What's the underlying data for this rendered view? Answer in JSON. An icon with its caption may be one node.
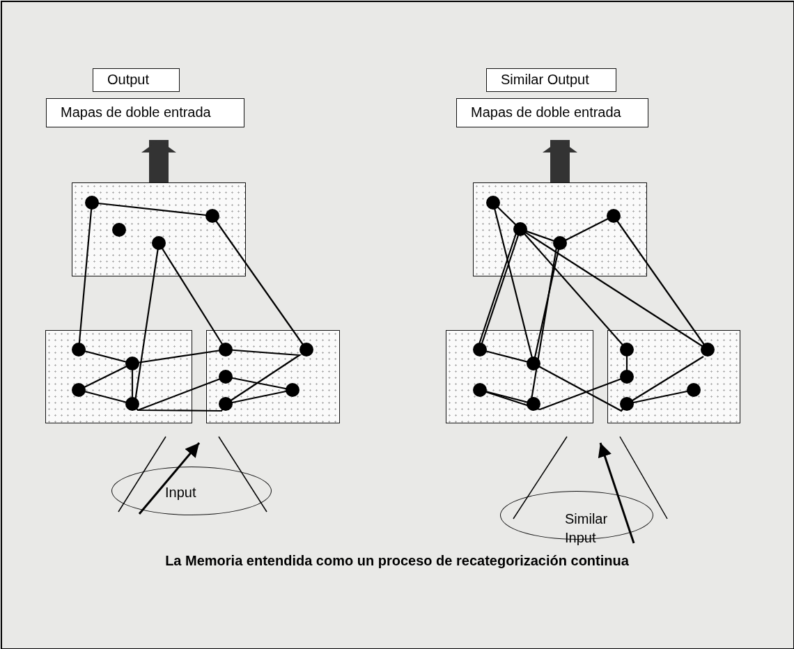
{
  "diagram": {
    "caption": "La Memoria entendida como un proceso de recategorización continua",
    "nodes": [
      {
        "text": [
          "Output"
        ]
      },
      {
        "text": [
          "Mapas de doble entrada"
        ]
      },
      {
        "text": [],
        "shape": "box"
      },
      {
        "text": [],
        "shape": "box"
      },
      {
        "text": [],
        "shape": "box"
      },
      {
        "text": [
          "Input"
        ]
      },
      {
        "text": [
          "Similar Output"
        ]
      },
      {
        "text": [
          "Mapas de doble entrada"
        ]
      },
      {
        "text": [],
        "shape": "box"
      },
      {
        "text": [],
        "shape": "box"
      },
      {
        "text": [],
        "shape": "box"
      },
      {
        "text": [
          "Similar Input"
        ]
      }
    ],
    "edges": [
      {
        "from": 2,
        "to": 1,
        "arrow": "to",
        "style": "thick",
        "color": "#333333"
      },
      {
        "from": 5,
        "to": 4,
        "arrow": "to"
      },
      {
        "from": 8,
        "to": 7,
        "arrow": "to",
        "style": "thick",
        "color": "#333333"
      },
      {
        "from": 11,
        "to": 10,
        "arrow": "to"
      }
    ]
  }
}
